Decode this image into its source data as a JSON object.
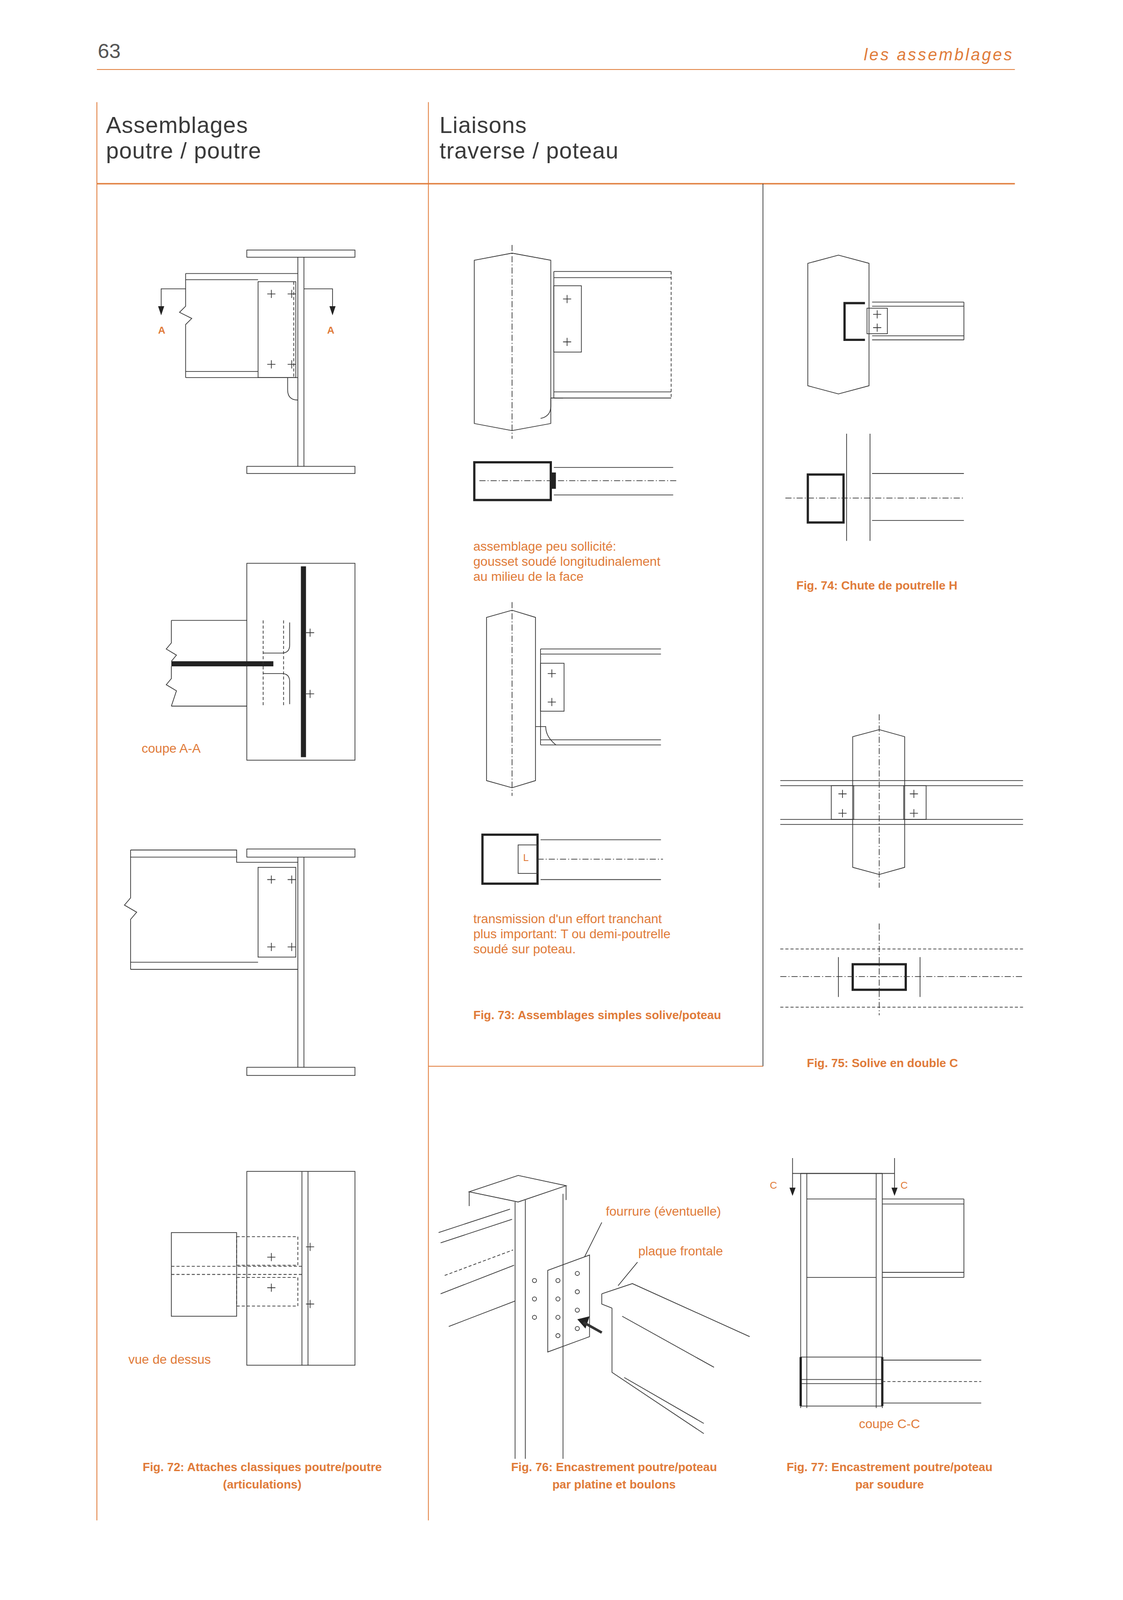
{
  "diagram": {
    "labels": [
      "63",
      "les assemblages",
      "Assemblages poutre / poutre",
      "Liaisons traverse / poteau",
      "A",
      "A",
      "coupe A-A",
      "assemblage peu sollicité: gousset soudé longitudinalement au milieu de la face",
      "L",
      "transmission d'un effort tranchant plus important: T ou demi-poutrelle soudé sur poteau.",
      "Fig. 73: Assemblages simples solive/poteau",
      "Fig. 74: Chute de poutrelle H",
      "Fig. 75: Solive en double C",
      "vue de dessus",
      "Fig. 72: Attaches classiques poutre/poutre (articulations)",
      "fourrure (éventuelle)",
      "plaque frontale",
      "Fig. 76: Encastrement poutre/poteau par platine et boulons",
      "C",
      "C",
      "coupe C-C",
      "Fig. 77: Encastrement poutre/poteau par soudure"
    ]
  }
}
